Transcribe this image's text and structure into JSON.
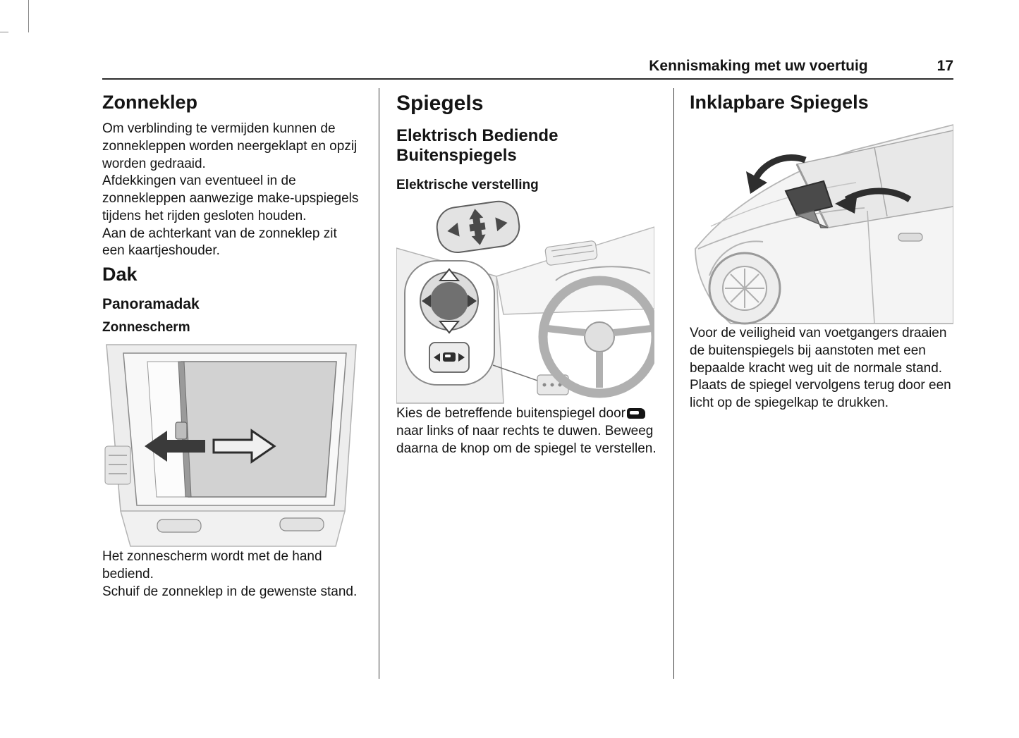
{
  "header": {
    "title": "Kennismaking met uw voertuig",
    "page_number": "17"
  },
  "zonneklep": {
    "heading": "Zonneklep",
    "para1": "Om verblinding te vermijden kunnen de zonnekleppen worden neergeklapt en opzij worden gedraaid.",
    "para2": "Afdekkingen van eventueel in de zonnekleppen aanwezige make-upspiegels tijdens het rijden gesloten houden.",
    "para3": "Aan de achterkant van de zonneklep zit een kaartjeshouder."
  },
  "dak": {
    "heading": "Dak",
    "sub_heading": "Panoramadak",
    "sub_sub_heading": "Zonnescherm",
    "para1": "Het zonnescherm wordt met de hand bediend.",
    "para2": "Schuif de zonneklep in de gewenste stand."
  },
  "spiegels": {
    "heading": "Spiegels",
    "sub_heading": "Elektrisch Bediende Buitenspiegels",
    "sub_sub_heading": "Elektrische verstelling",
    "para1_before_icon": "Kies de betreffende buitenspiegel door",
    "para1_after_icon": "naar links of naar rechts te duwen. Beweeg daarna de knop om de spiegel te verstellen."
  },
  "inklapbare": {
    "heading": "Inklapbare Spiegels",
    "para1": "Voor de veiligheid van voetgangers draaien de buitenspiegels bij aanstoten met een bepaalde kracht weg uit de normale stand. Plaats de spiegel vervolgens terug door een licht op de spiegelkap te drukken."
  },
  "icons": {
    "mirror_select_knob": "mirror-select-knob-icon"
  },
  "colors": {
    "text": "#141414",
    "rule": "#2b2b2b",
    "illustration_gray": "#d2d2d2"
  }
}
